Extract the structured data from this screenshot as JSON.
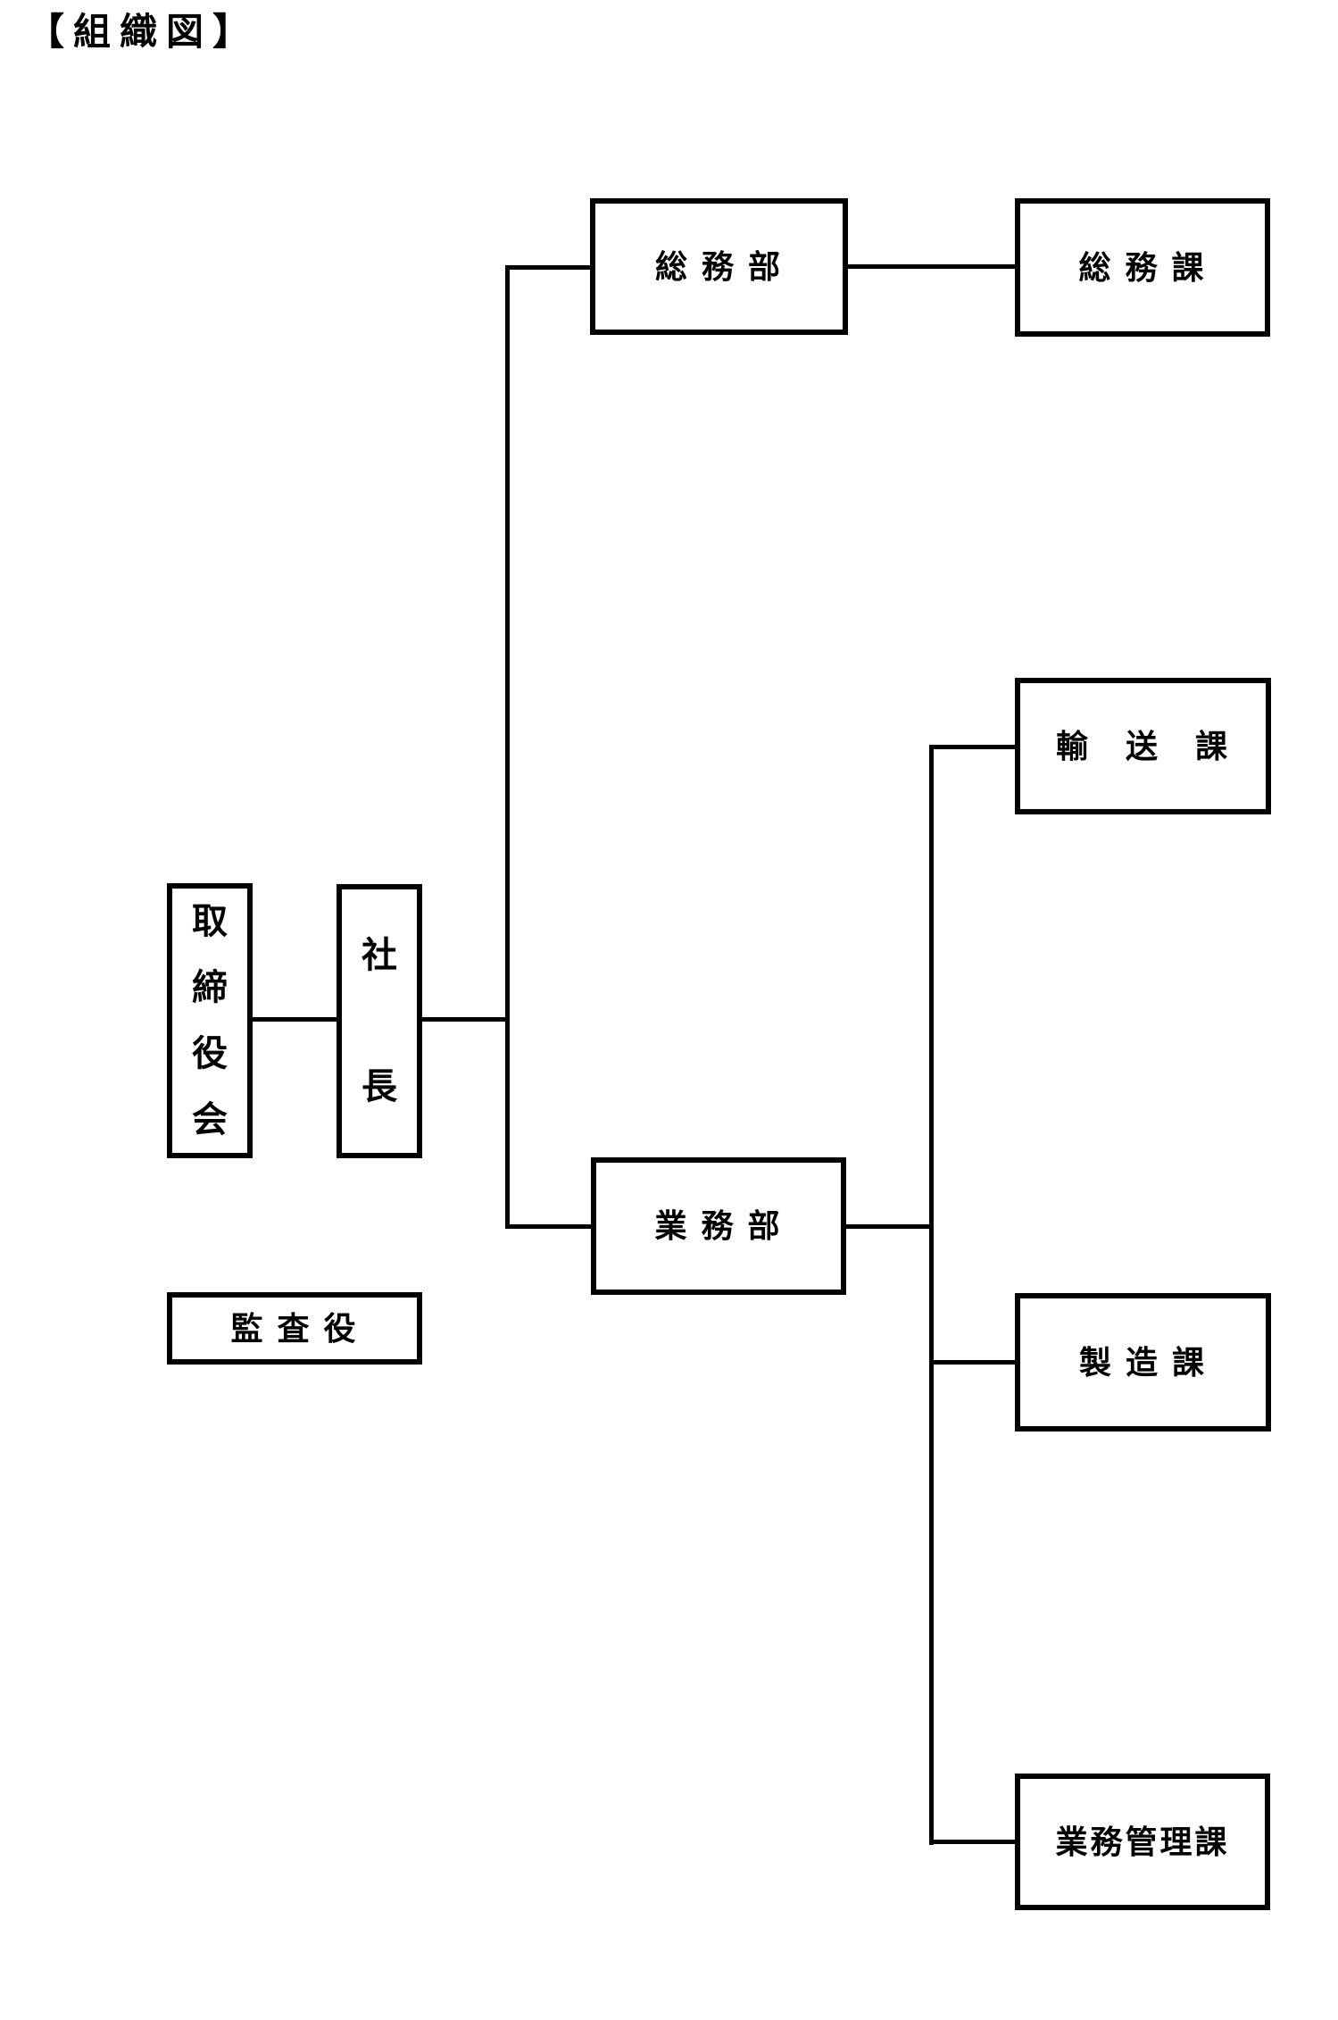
{
  "title": "【組織図】",
  "colors": {
    "line": "#000000",
    "text": "#000000",
    "background": "#ffffff"
  },
  "nodes": {
    "board_of_directors": {
      "label": "取締役会"
    },
    "president": {
      "label": "社長"
    },
    "auditor": {
      "label": "監 査 役"
    },
    "general_affairs_dept": {
      "label": "総 務 部"
    },
    "general_affairs_section": {
      "label": "総 務 課"
    },
    "operations_dept": {
      "label": "業 務 部"
    },
    "transport_section": {
      "label": "輸　送　課"
    },
    "manufacturing_section": {
      "label": "製 造 課"
    },
    "operations_management_section": {
      "label": "業務管理課"
    }
  }
}
